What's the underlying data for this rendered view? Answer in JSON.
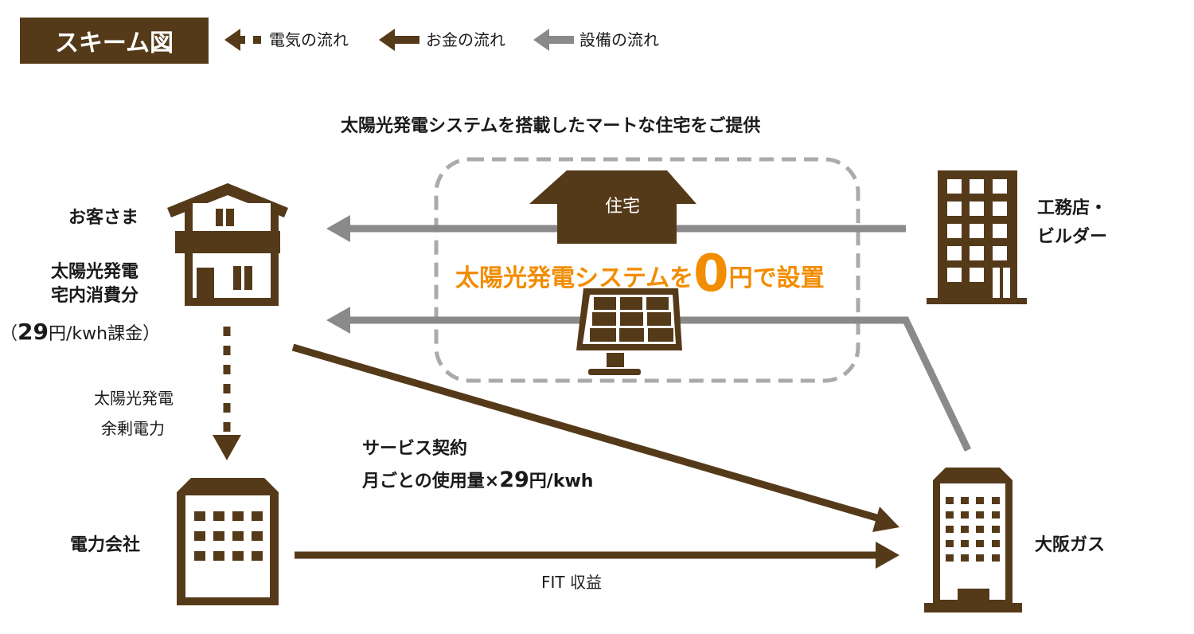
{
  "title": "スキーム図",
  "legend": [
    {
      "label": "電気の流れ",
      "icon": "dashed-arrow-icon"
    },
    {
      "label": "お金の流れ",
      "icon": "solid-arrow-icon"
    },
    {
      "label": "設備の流れ",
      "icon": "gray-arrow-icon"
    }
  ],
  "headline": "太陽光発電システムを搭載したマートな住宅をご提供",
  "house_box": {
    "house_label": "住宅",
    "offer_prefix": "太陽光発電システムを",
    "offer_zero": "0",
    "offer_suffix": "円で設置"
  },
  "customer": {
    "name": "お客さま",
    "line1": "太陽光発電",
    "line2": "宅内消費分",
    "charge_open": "（",
    "charge_num": "29",
    "charge_rest": "円/kwh課金）"
  },
  "surplus": {
    "line1": "太陽光発電",
    "line2": "余剰電力"
  },
  "contract": {
    "line1": "サービス契約",
    "line2_prefix": "月ごとの使用量×",
    "line2_num": "29",
    "line2_suffix": "円/kwh"
  },
  "power_company": "電力会社",
  "fit_label": "FIT 収益",
  "builder": {
    "line1": "工務店・",
    "line2": "ビルダー"
  },
  "osaka_gas": "大阪ガス",
  "colors": {
    "brown": "#553a1a",
    "gray": "#8a8a8a",
    "orange": "#f28c00",
    "dash": "#aaaaaa"
  }
}
